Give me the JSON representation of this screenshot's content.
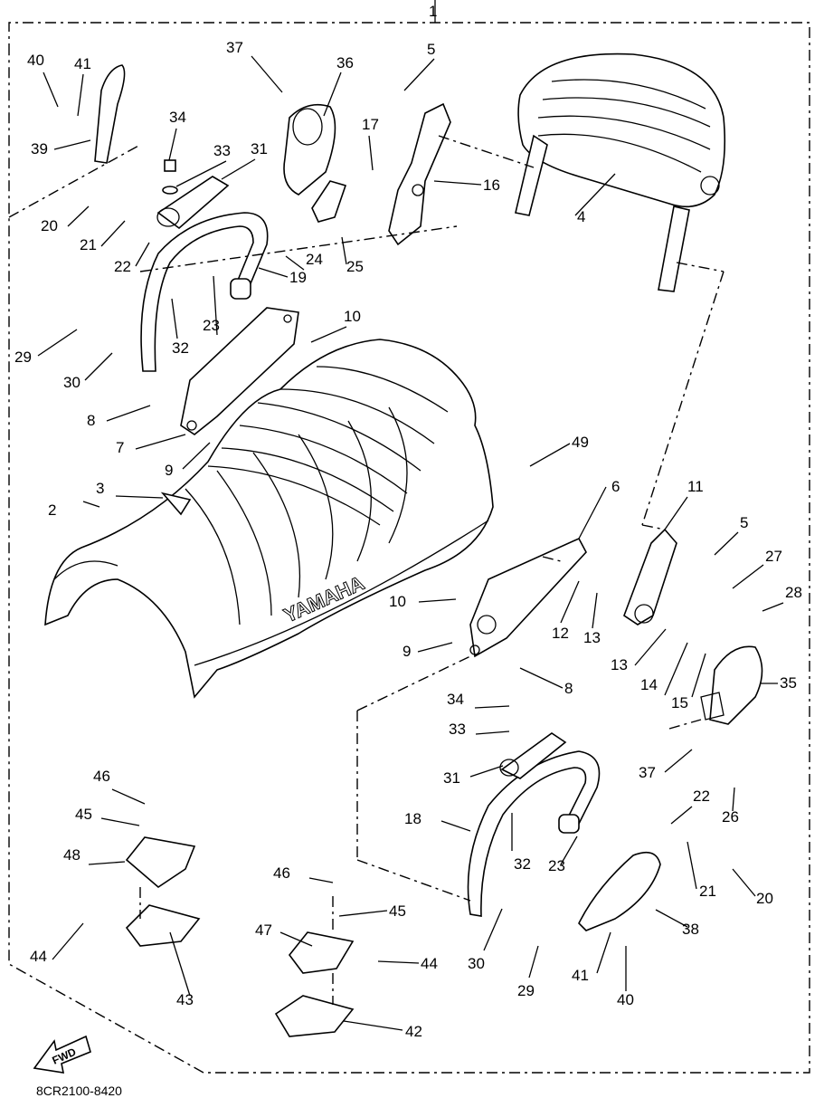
{
  "assembly_number": "1",
  "diagram_code": "8CR2100-8420",
  "seat_brand_text": "YAMAHA",
  "fwd_label": "FWD",
  "labels": [
    "40",
    "41",
    "39",
    "37",
    "36",
    "5",
    "34",
    "33",
    "31",
    "17",
    "16",
    "4",
    "20",
    "21",
    "22",
    "19",
    "24",
    "25",
    "23",
    "32",
    "29",
    "30",
    "10",
    "8",
    "7",
    "9",
    "49",
    "3",
    "2",
    "6",
    "11",
    "5",
    "27",
    "28",
    "10",
    "12",
    "13",
    "9",
    "13",
    "14",
    "15",
    "35",
    "8",
    "34",
    "33",
    "31",
    "37",
    "46",
    "26",
    "45",
    "22",
    "18",
    "48",
    "32",
    "23",
    "21",
    "20",
    "46",
    "45",
    "44",
    "43",
    "47",
    "44",
    "30",
    "29",
    "38",
    "41",
    "40",
    "42"
  ]
}
